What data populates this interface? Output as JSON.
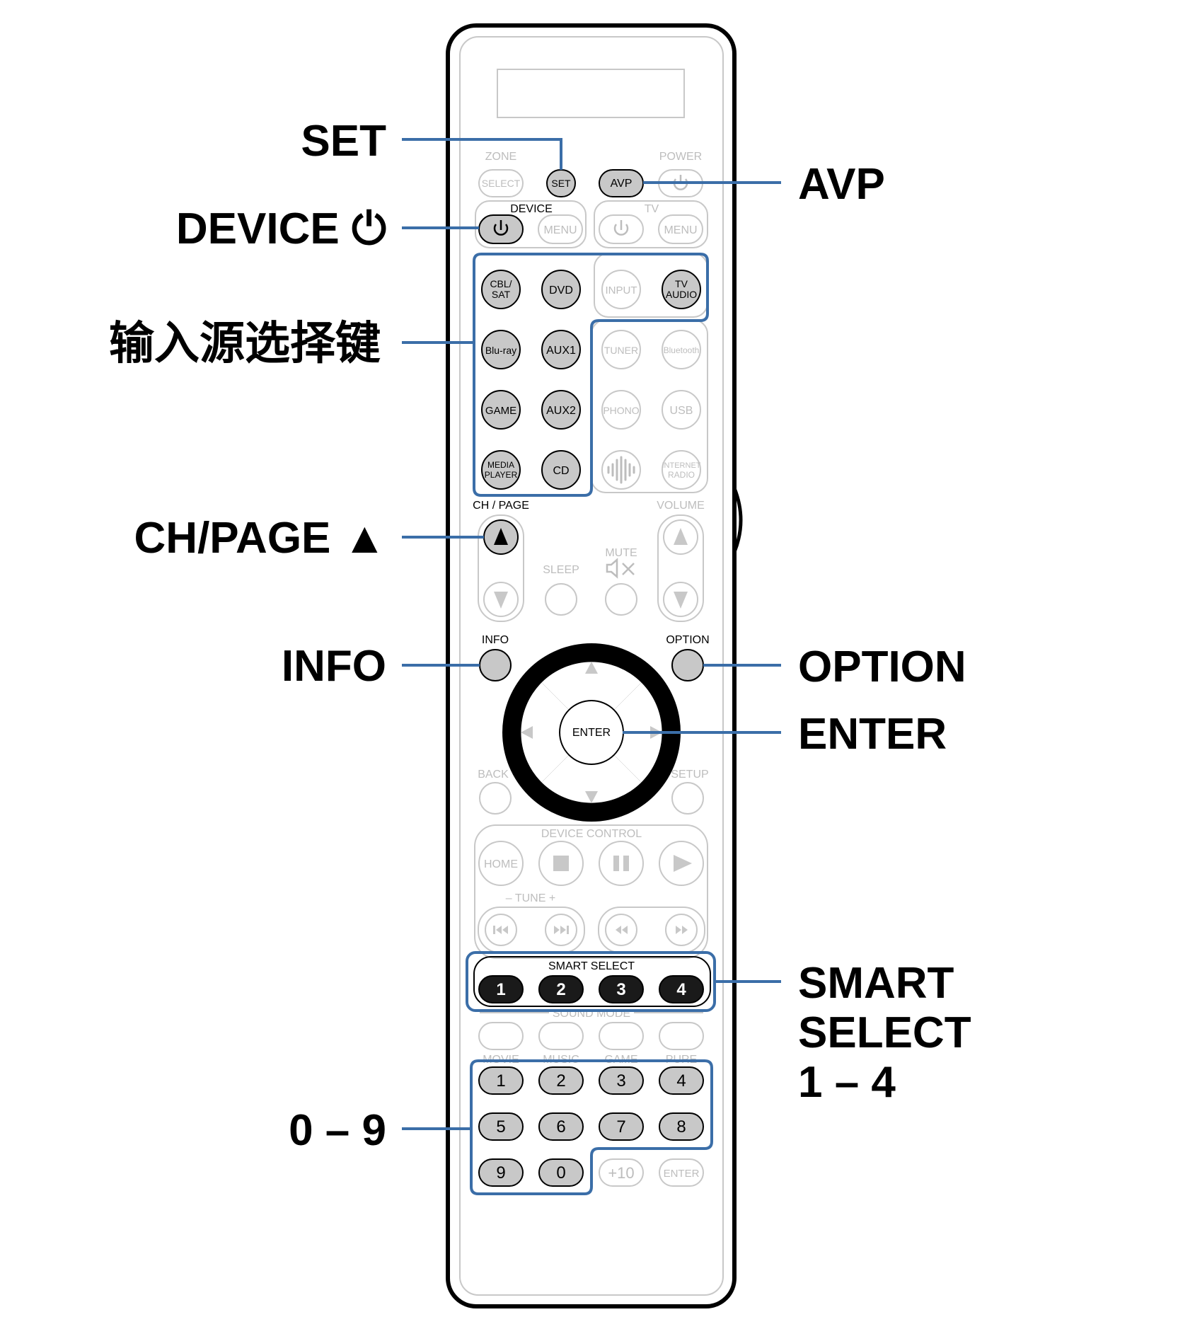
{
  "callouts": {
    "set": "SET",
    "device_power": "DEVICE ⏻",
    "input_source": "输入源选择键",
    "ch_page_up": "CH/PAGE ▲",
    "info": "INFO",
    "zero_nine": "0 – 9",
    "avp": "AVP",
    "option": "OPTION",
    "enter": "ENTER",
    "smart_select": [
      "SMART",
      "SELECT",
      "1 – 4"
    ]
  },
  "remote": {
    "zone": "ZONE",
    "select": "SELECT",
    "set": "SET",
    "avp": "AVP",
    "power": "POWER",
    "device": "DEVICE",
    "tv": "TV",
    "menu": "MENU",
    "sources": {
      "cbl_sat": [
        "CBL/",
        "SAT"
      ],
      "dvd": "DVD",
      "blu_ray": "Blu-ray",
      "aux1": "AUX1",
      "game": "GAME",
      "aux2": "AUX2",
      "media_player": [
        "MEDIA",
        "PLAYER"
      ],
      "cd": "CD",
      "input": "INPUT",
      "tv_audio": [
        "TV",
        "AUDIO"
      ],
      "tuner": "TUNER",
      "bluetooth": "Bluetooth",
      "phono": "PHONO",
      "usb": "USB",
      "internet_radio": [
        "INTERNET",
        "RADIO"
      ]
    },
    "ch_page": "CH / PAGE",
    "volume": "VOLUME",
    "sleep": "SLEEP",
    "mute": "MUTE",
    "info": "INFO",
    "option": "OPTION",
    "enter": "ENTER",
    "back": "BACK",
    "setup": "SETUP",
    "device_control": "DEVICE CONTROL",
    "home": "HOME",
    "tune": "–   TUNE   +",
    "smart_select": "SMART SELECT",
    "smart_buttons": [
      "1",
      "2",
      "3",
      "4"
    ],
    "sound_mode": "SOUND MODE",
    "sound_modes": [
      "MOVIE",
      "MUSIC",
      "GAME",
      "PURE"
    ],
    "numbers": [
      "1",
      "2",
      "3",
      "4",
      "5",
      "6",
      "7",
      "8",
      "9",
      "0"
    ],
    "plus10": "+10",
    "num_enter": "ENTER"
  },
  "colors": {
    "highlight": "#3b6ea8",
    "button_fill": "#c8c8c8",
    "dark_button": "#1a1a1a",
    "ghost": "#bdbdbd"
  }
}
